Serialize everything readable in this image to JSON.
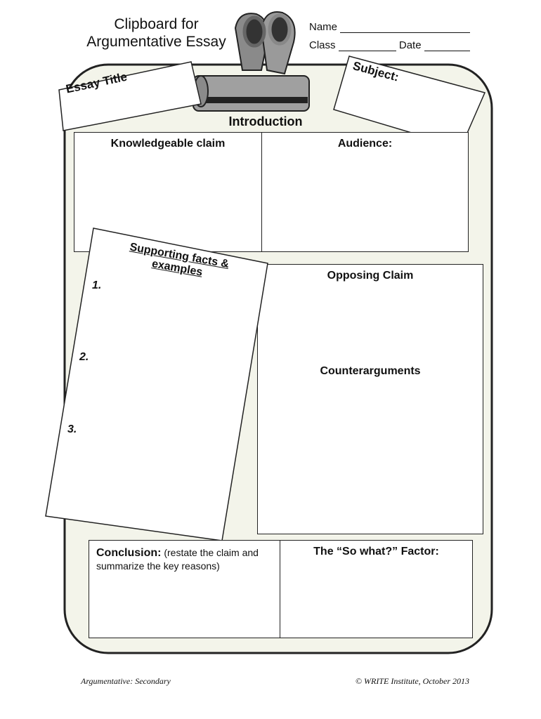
{
  "header": {
    "title_line1": "Clipboard for",
    "title_line2": "Argumentative Essay",
    "name_label": "Name",
    "class_label": "Class",
    "date_label": "Date"
  },
  "cards": {
    "essay_title": "Essay Title",
    "subject": "Subject:"
  },
  "sections": {
    "introduction": "Introduction",
    "knowledgeable_claim": "Knowledgeable claim",
    "audience": "Audience:",
    "supporting_title": "Supporting facts & examples",
    "supporting_items": [
      "1.",
      "2.",
      "3."
    ],
    "opposing_claim": "Opposing Claim",
    "counterarguments": "Counterarguments",
    "conclusion_label": "Conclusion:",
    "conclusion_hint": "(restate the claim and summarize the key reasons)",
    "so_what": "The “So what?” Factor:"
  },
  "footer": {
    "left": "Argumentative: Secondary",
    "right": "© WRITE Institute, October 2013"
  }
}
